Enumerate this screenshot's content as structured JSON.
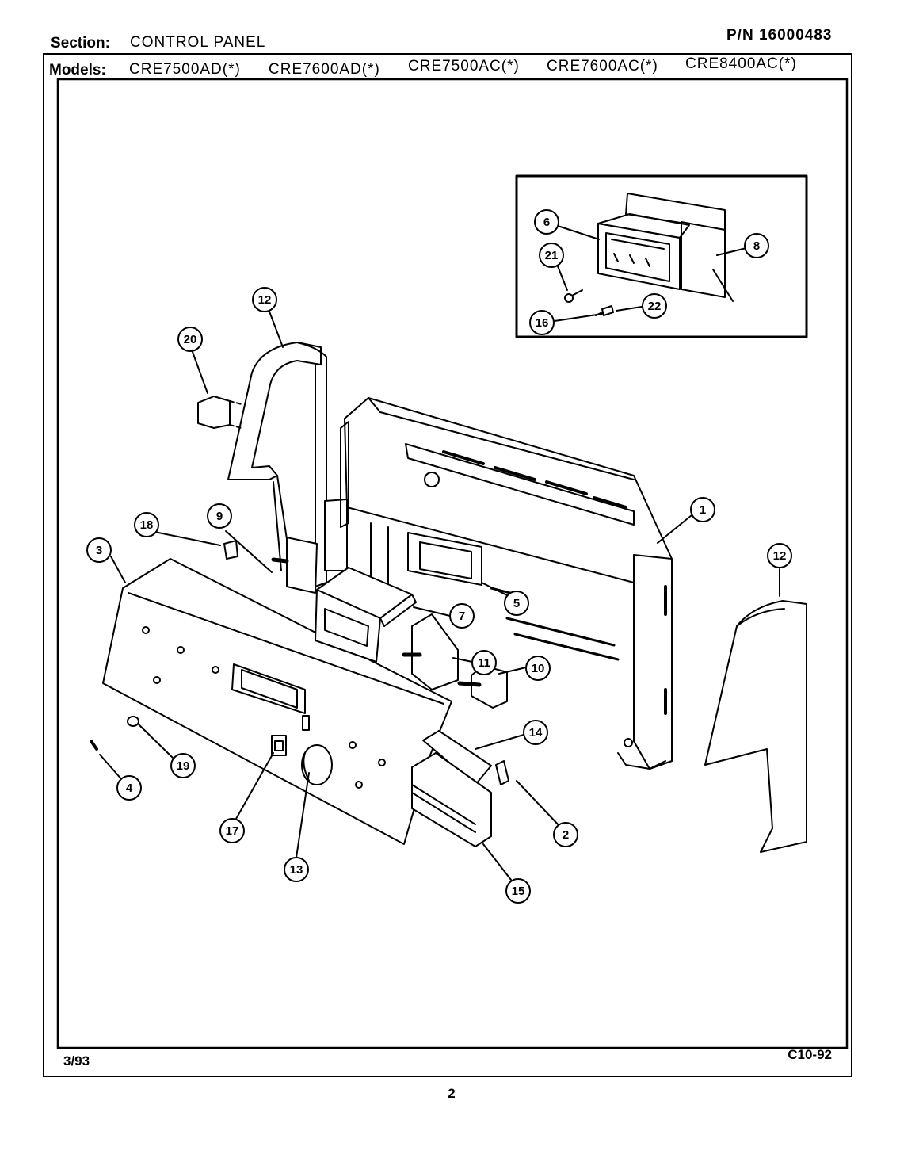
{
  "header": {
    "section_label": "Section:",
    "section_value": "CONTROL PANEL",
    "part_number": "P/N 16000483",
    "models_label": "Models:",
    "models": [
      "CRE7500AD(*)",
      "CRE7600AD(*)",
      "CRE7500AC(*)",
      "CRE7600AC(*)",
      "CRE8400AC(*)"
    ]
  },
  "callouts": [
    "1",
    "2",
    "3",
    "4",
    "5",
    "6",
    "7",
    "8",
    "9",
    "10",
    "11",
    "12",
    "12",
    "13",
    "14",
    "15",
    "16",
    "17",
    "18",
    "19",
    "20",
    "21",
    "22"
  ],
  "footer": {
    "date": "3/93",
    "code": "C10-92",
    "page": "2"
  }
}
